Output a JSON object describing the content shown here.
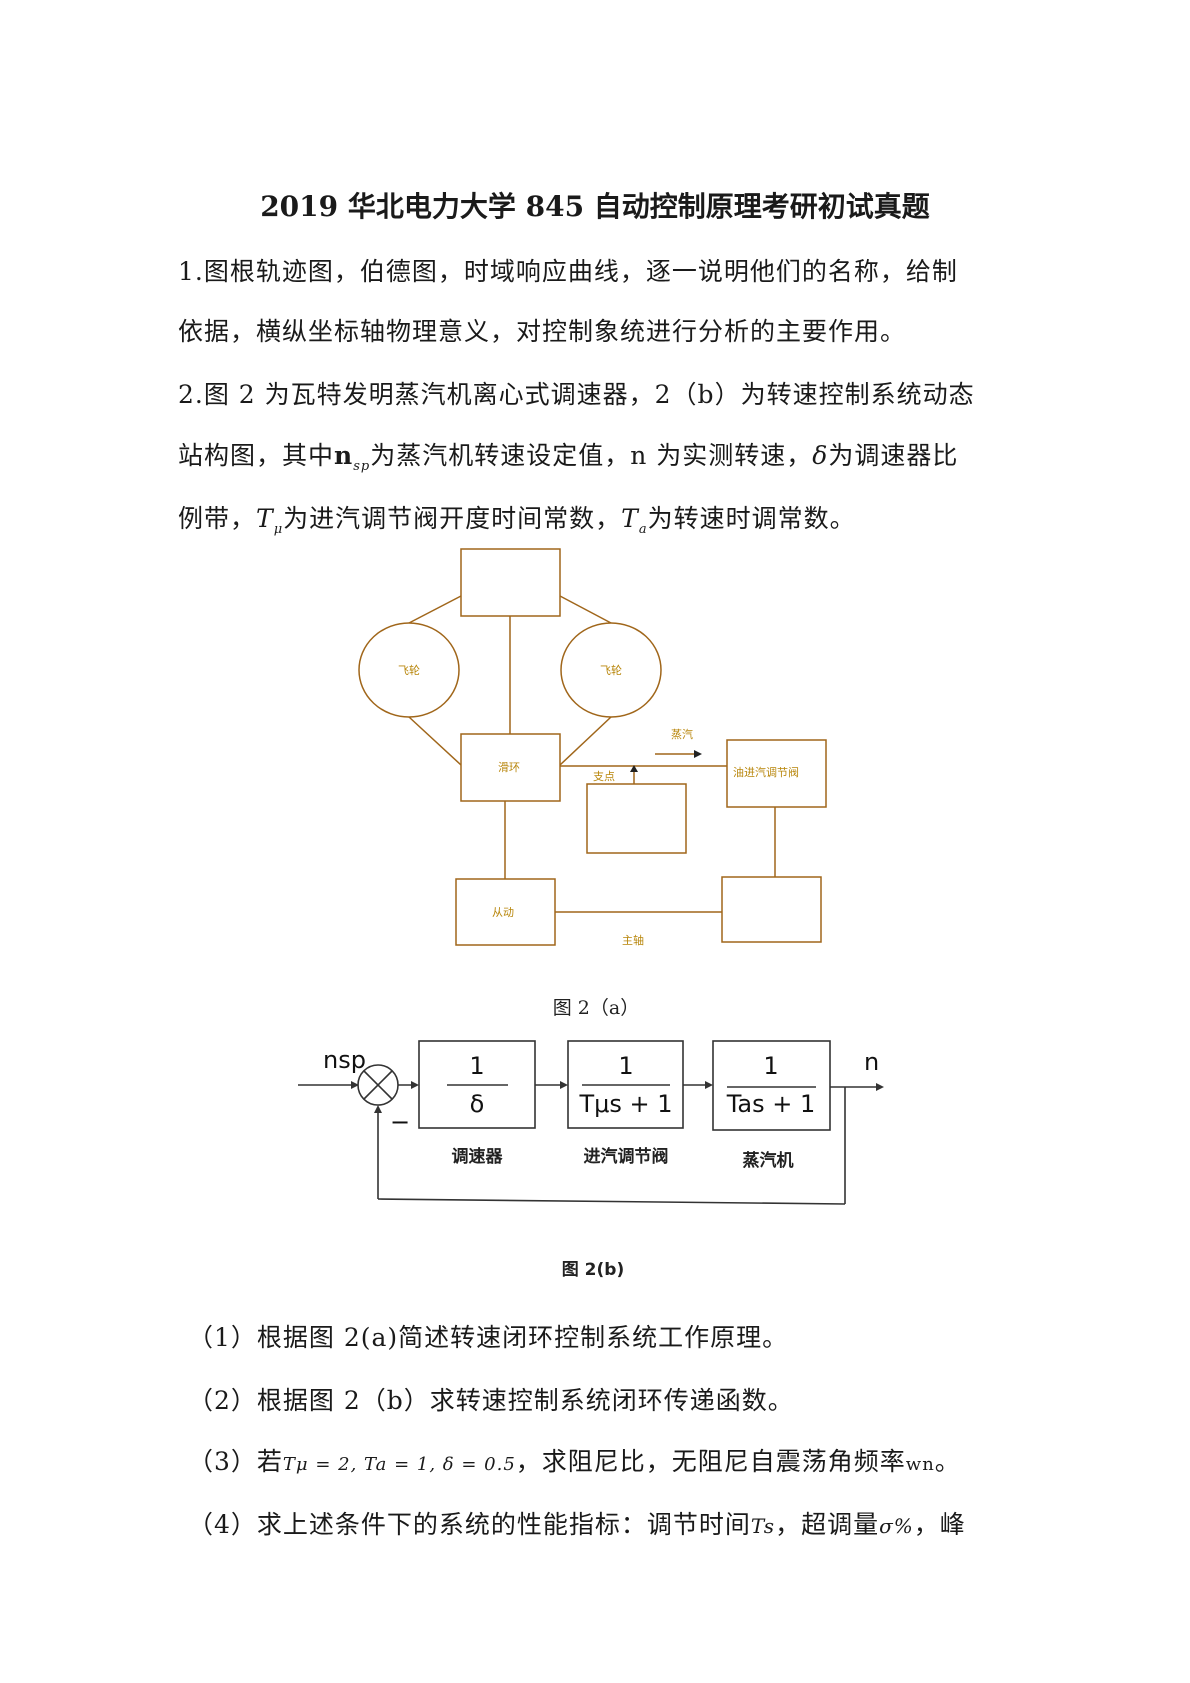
{
  "title": "2019 华北电力大学 845 自动控制原理考研初试真题",
  "q1": {
    "line1": "1.图根轨迹图，伯德图，时域响应曲线，逐一说明他们的名称，给制",
    "line2": "依据，横纵坐标轴物理意义，对控制象统进行分析的主要作用。"
  },
  "q2": {
    "line1": "2.图 2 为瓦特发明蒸汽机离心式调速器，2（b）为转速控制系统动态",
    "line2a": "站构图，其中",
    "nsp": "n",
    "nsp_sub": "sp",
    "line2b": "为蒸汽机转速设定值，n 为实测转速，",
    "delta": "δ",
    "line2c": "为调速器比",
    "line3a": "例带，",
    "tmu": "T",
    "tmu_sub": "μ",
    "line3b": "为进汽调节阀开度时间常数，",
    "ta": "T",
    "ta_sub": "a",
    "line3c": "为转速时调常数。"
  },
  "fig2a": {
    "flywheel_left": "飞轮",
    "flywheel_right": "飞轮",
    "slip_ring": "滑环",
    "pivot": "支点",
    "steam": "蒸汽",
    "valve": "油进汽调节阀",
    "driven": "从动",
    "main_shaft": "主轴",
    "caption": "图 2（a）"
  },
  "fig2b": {
    "input": "nsp",
    "output": "n",
    "minus": "−",
    "block1_num": "1",
    "block1_den": "δ",
    "block2_num": "1",
    "block2_den": "Tμs + 1",
    "block3_num": "1",
    "block3_den": "Tas + 1",
    "label1": "调速器",
    "label2": "进汽调节阀",
    "label3": "蒸汽机",
    "caption": "图 2(b)"
  },
  "subq": {
    "s1": "（1）根据图 2(a)简述转速闭环控制系统工作原理。",
    "s2": "（2）根据图 2（b）求转速控制系统闭环传递函数。",
    "s3a": "（3）若",
    "s3cond": "Tμ = 2, Ta = 1, δ = 0.5",
    "s3b": "，求阻尼比，无阻尼自震荡角频率",
    "s3wn": "wn",
    "s3c": "。",
    "s4a": "（4）求上述条件下的系统的性能指标：调节时间",
    "s4ts": "Ts",
    "s4b": "，超调量",
    "s4sigma": "σ%",
    "s4c": "，峰"
  }
}
